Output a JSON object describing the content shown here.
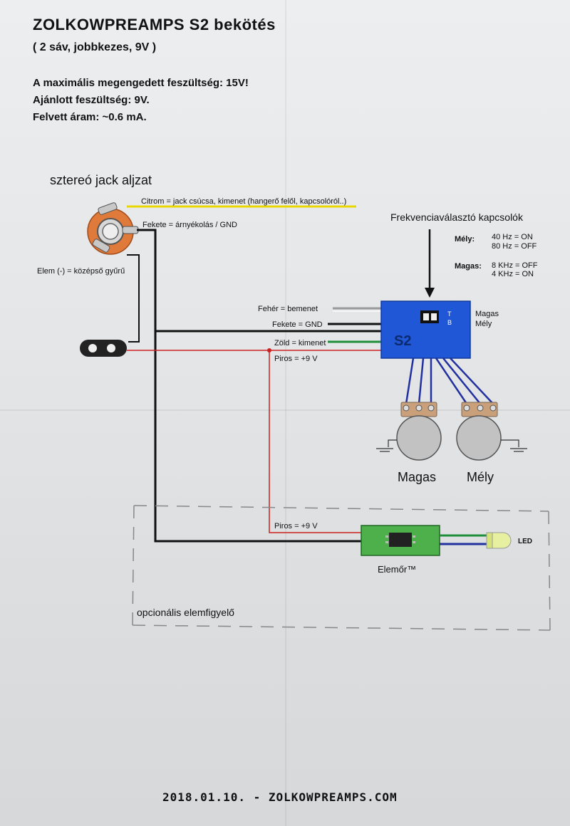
{
  "header": {
    "title": "ZOLKOWPREAMPS S2 bekötés",
    "subtitle": "( 2 sáv, jobbkezes, 9V )",
    "specs": [
      "A maximális megengedett feszültség: 15V!",
      "Ajánlott feszültség: 9V.",
      "Felvett áram: ~0.6 mA."
    ]
  },
  "jack": {
    "heading": "sztereó jack aljzat",
    "citrom": "Citrom = jack csúcsa, kimenet (hangerő felől, kapcsolóról..)",
    "fekete": "Fekete = árnyékolás / GND",
    "elem": "Elem (-) = középső gyűrű"
  },
  "switches": {
    "heading": "Frekvenciaválasztó kapcsolók",
    "mely_label": "Mély:",
    "mely_on": "40 Hz = ON",
    "mely_off": "80 Hz = OFF",
    "magas_label": "Magas:",
    "magas_off": "8 KHz = OFF",
    "magas_on": "4 KHz = ON"
  },
  "board": {
    "name": "S2",
    "switch_t": "T",
    "switch_b": "B",
    "side_magas": "Magas",
    "side_mely": "Mély",
    "feher": "Fehér = bemenet",
    "fekete": "Fekete = GND",
    "zold": "Zöld = kimenet",
    "piros": "Piros = +9 V"
  },
  "pots": {
    "magas": "Magas",
    "mely": "Mély"
  },
  "optional": {
    "piros": "Piros = +9 V",
    "module": "Elemőr™",
    "led": "LED",
    "caption": "opcionális elemfigyelő"
  },
  "footer": "2018.01.10. - ZOLKOWPREAMPS.COM",
  "colors": {
    "board_blue": "#1f57d6",
    "elemor_green": "#4db04a",
    "wire_red": "#cc2020",
    "wire_green": "#1f8f3a",
    "wire_yellow": "#e8d800",
    "pot_wire_blue": "#2230a0",
    "jack_orange": "#e07a3a"
  }
}
